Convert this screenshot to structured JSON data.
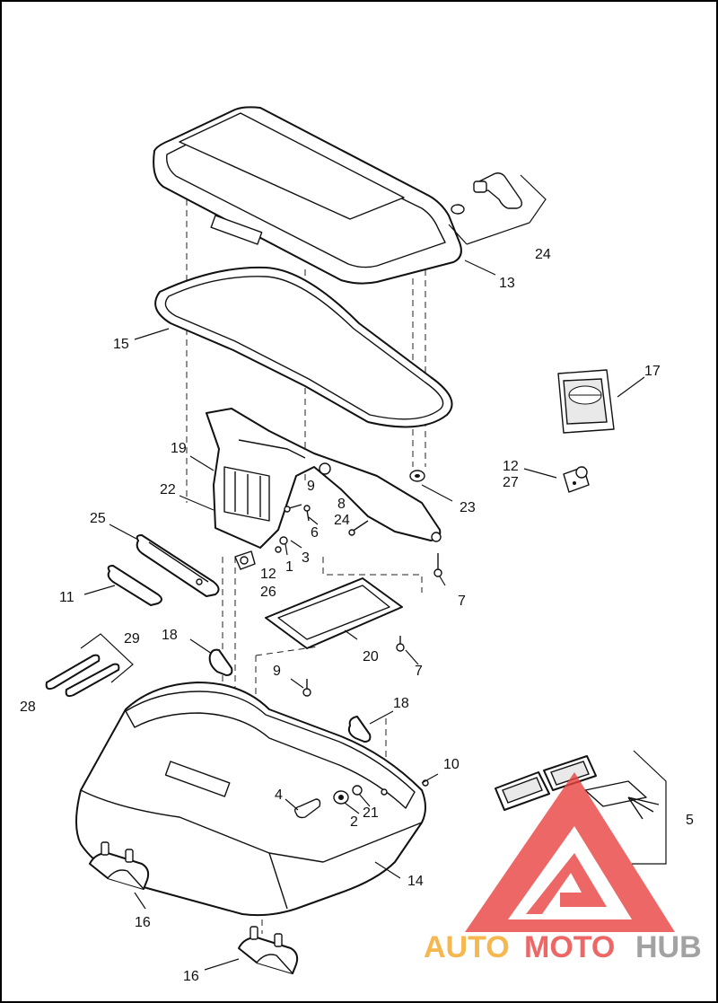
{
  "diagram": {
    "frame_color": "#000000",
    "callouts": {
      "c1": "1",
      "c2": "2",
      "c3": "3",
      "c4": "4",
      "c5": "5",
      "c6": "6",
      "c7a": "7",
      "c7b": "7",
      "c8": "8",
      "c9a": "9",
      "c9b": "9",
      "c10": "10",
      "c11": "11",
      "c12a": "12",
      "c12b": "12",
      "c13": "13",
      "c14": "14",
      "c15": "15",
      "c16a": "16",
      "c16b": "16",
      "c17": "17",
      "c18a": "18",
      "c18b": "18",
      "c19": "19",
      "c20": "20",
      "c21": "21",
      "c22": "22",
      "c23": "23",
      "c24a": "24",
      "c24b": "24",
      "c25": "25",
      "c26": "26",
      "c27": "27",
      "c28": "28",
      "c29": "29"
    }
  },
  "watermark": {
    "text_auto": "AUTO",
    "text_moto": "MOTO",
    "text_hub": "HUB",
    "color_red": "#e8423f",
    "color_orange": "#f5a623",
    "color_gray": "#8c8c8c"
  }
}
